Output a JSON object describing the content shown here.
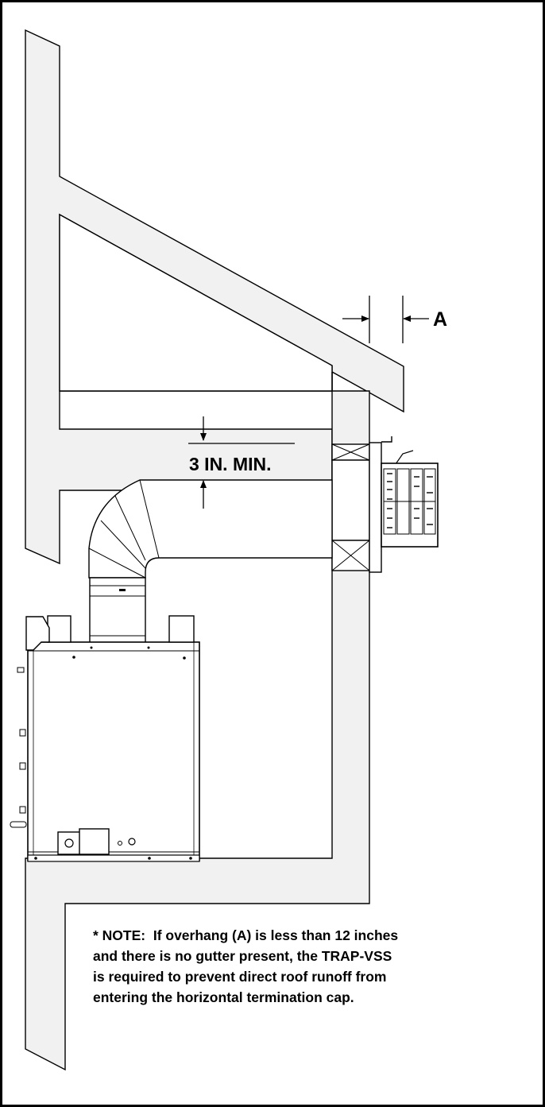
{
  "labels": {
    "overhang": "A",
    "clearance": "3 IN. MIN."
  },
  "note": {
    "lines": [
      "* NOTE:  If overhang (A) is less than 12 inches",
      "and there is no gutter present, the TRAP-VSS",
      "is required to prevent direct roof runoff from",
      "entering the horizontal termination cap."
    ]
  },
  "colors": {
    "structure_fill": "#f1f1f1",
    "line": "#000000"
  },
  "icons": [
    "termination-cap-icon",
    "water-heater-icon",
    "vent-elbow-icon"
  ]
}
